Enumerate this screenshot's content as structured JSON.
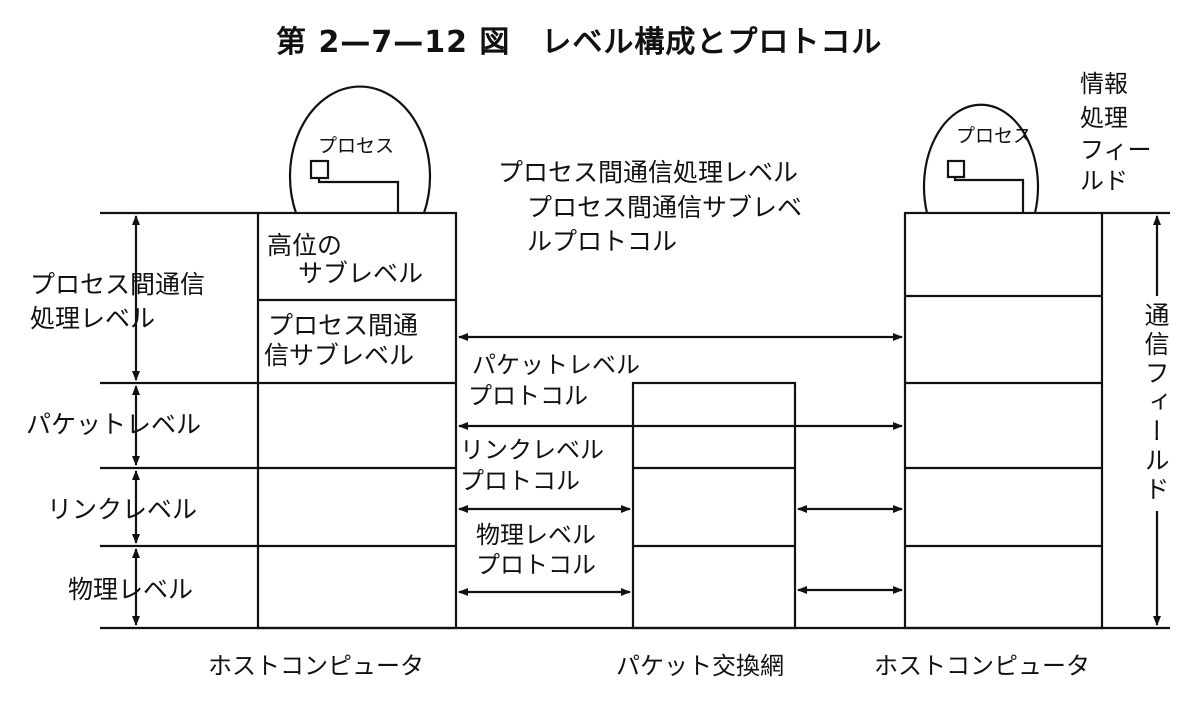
{
  "title": "第 2—7—12 図　レベル構成とプロトコル",
  "left_levels": {
    "process": [
      "プロセス間通信",
      "処理レベル"
    ],
    "packet": "パケットレベル",
    "link": "リンクレベル",
    "physical": "物理レベル"
  },
  "left_host": {
    "process_label": "プロセス",
    "upper_sublevel": [
      "高位の",
      "サブレベル"
    ],
    "ipc_sublevel": [
      "プロセス間通",
      "信サブレベル"
    ],
    "caption": "ホストコンピュータ"
  },
  "protocols": {
    "ipc_level": "プロセス間通信処理レベル",
    "ipc_sublevel_protocol": [
      "プロセス間通信サブレベ",
      "ルプロトコル"
    ],
    "packet": [
      "パケットレベル",
      "プロトコル"
    ],
    "link": [
      "リンクレベル",
      "プロトコル"
    ],
    "physical": [
      "物理レベル",
      "プロトコル"
    ]
  },
  "switch": {
    "caption": "パケット交換網"
  },
  "right_host": {
    "process_label": "プロセス",
    "caption": "ホストコンピュータ"
  },
  "fields": {
    "info_processing": [
      "情報",
      "処理",
      "フィー",
      "ルド"
    ],
    "communication": "通信フィールド"
  }
}
